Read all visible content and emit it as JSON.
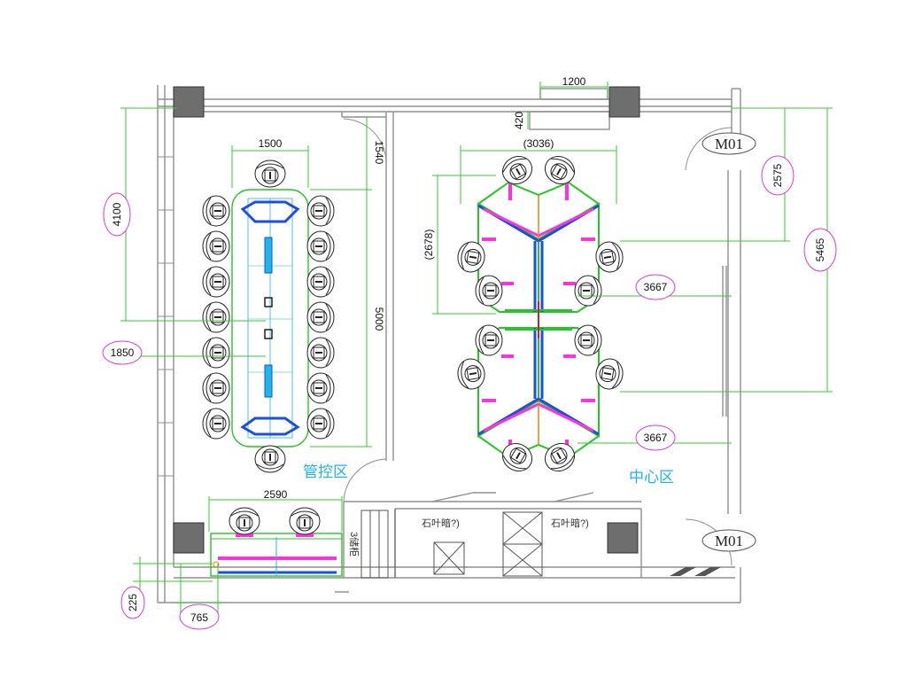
{
  "zones": {
    "control": "管控区",
    "center": "中心区"
  },
  "doors": {
    "right_top": "M01",
    "right_bottom": "M01"
  },
  "dimensions": {
    "table_width": "1500",
    "table_length": "5000",
    "top_clear": "1540",
    "left_depth": "4100",
    "wall_offset": "1850",
    "bench_width": "2590",
    "bench_gap": "225",
    "bench_offset": "765",
    "window_width": "1200",
    "window_height": "420",
    "cluster_width": "(3036)",
    "cluster_depth": "(2678)",
    "right_top_offset": "2575",
    "right_total": "5465",
    "center_offset_upper": "3667",
    "center_offset_lower": "3667"
  },
  "notes": {
    "left_label": "石叶暗?)",
    "right_label": "石叶暗?)",
    "closet_label": "3储柜"
  },
  "colors": {
    "wall": "#8f8f8f",
    "column": "#6e6e6e",
    "dimension": "#33cc33",
    "circle_tag": "#e03ad0",
    "blue": "#1a4fe0",
    "magenta": "#ff33dd",
    "green": "#27c627",
    "cyan": "#19b8e6"
  }
}
